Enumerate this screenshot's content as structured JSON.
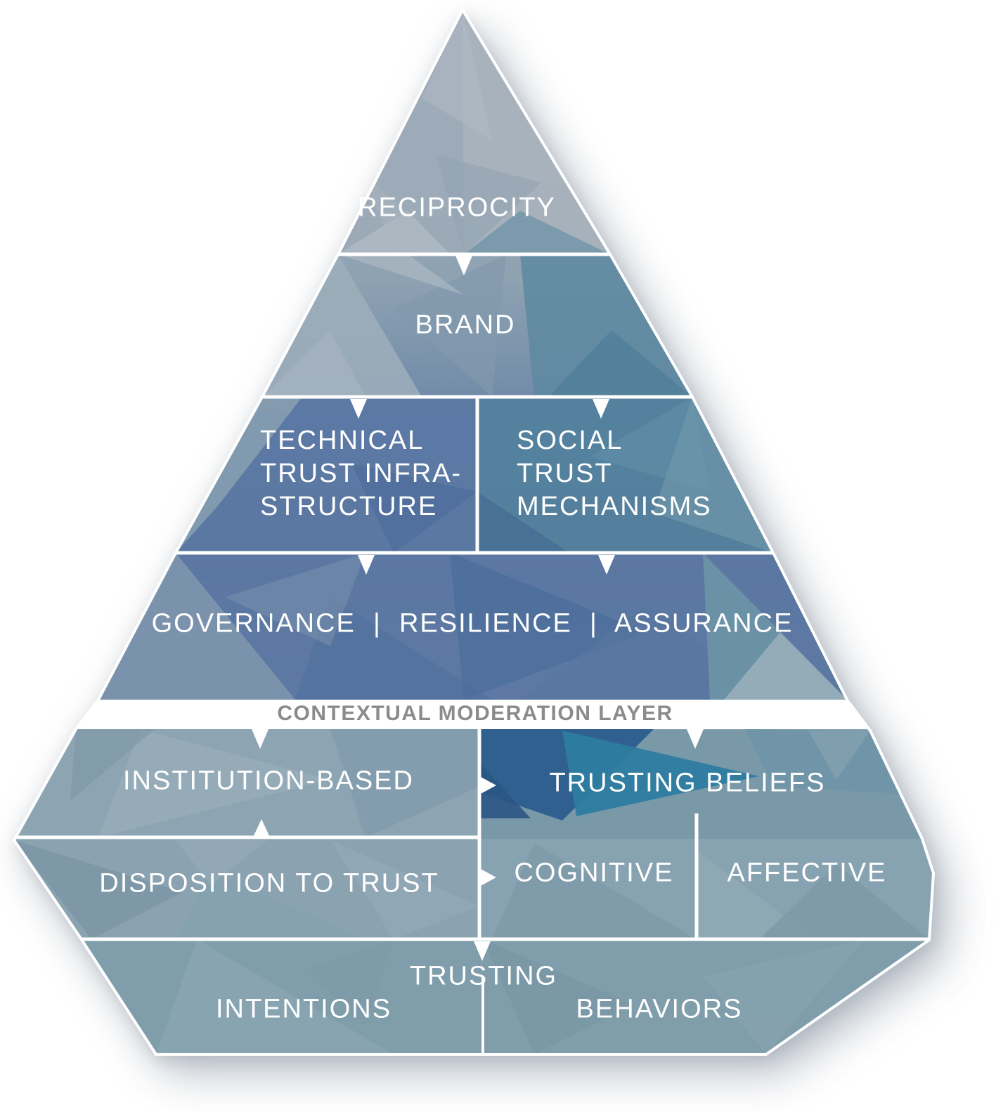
{
  "figure": {
    "labels": {
      "reciprocity": "RECIPROCITY",
      "brand": "BRAND",
      "technical_lines": [
        "TECHNICAL",
        "TRUST INFRA-",
        "STRUCTURE"
      ],
      "social_lines": [
        "SOCIAL",
        "TRUST",
        "MECHANISMS"
      ],
      "governance": "GOVERNANCE  |  RESILIENCE  |  ASSURANCE",
      "moderation_band": "CONTEXTUAL MODERATION LAYER",
      "institution_based": "INSTITUTION-BASED",
      "trusting_beliefs": "TRUSTING BELIEFS",
      "disposition_to_trust": "DISPOSITION TO TRUST",
      "cognitive": "COGNITIVE",
      "affective": "AFFECTIVE",
      "trusting": "TRUSTING",
      "intentions": "INTENTIONS",
      "behaviors": "BEHAVIORS"
    },
    "connectors": {
      "down_arrows": [
        "reciprocity to brand",
        "brand to technical-trust-infrastructure",
        "brand to social-trust-mechanisms",
        "technical-trust-infrastructure to governance-row",
        "social-trust-mechanisms to governance-row",
        "moderation-band to institution-based",
        "moderation-band to trusting-beliefs",
        "middle-row to trusting-intentions-behaviors"
      ],
      "up_arrows": [
        "disposition-to-trust to institution-based"
      ],
      "right_arrows": [
        "institution-based to trusting-beliefs",
        "disposition-to-trust to cognitive"
      ]
    },
    "colors": {
      "label_text": "#ffffff",
      "band_text": "#8a8b8d",
      "band_bg": "#ffffff",
      "divider": "#ffffff",
      "facet_light_gray_blue": "#a7b2bc",
      "facet_steel_blue": "#5b77a2",
      "facet_teal_blue": "#53819d",
      "facet_dark_blue": "#2d5e90",
      "facet_bright_teal": "#2e7ca1",
      "facet_muted_teal": "#809daa"
    }
  }
}
